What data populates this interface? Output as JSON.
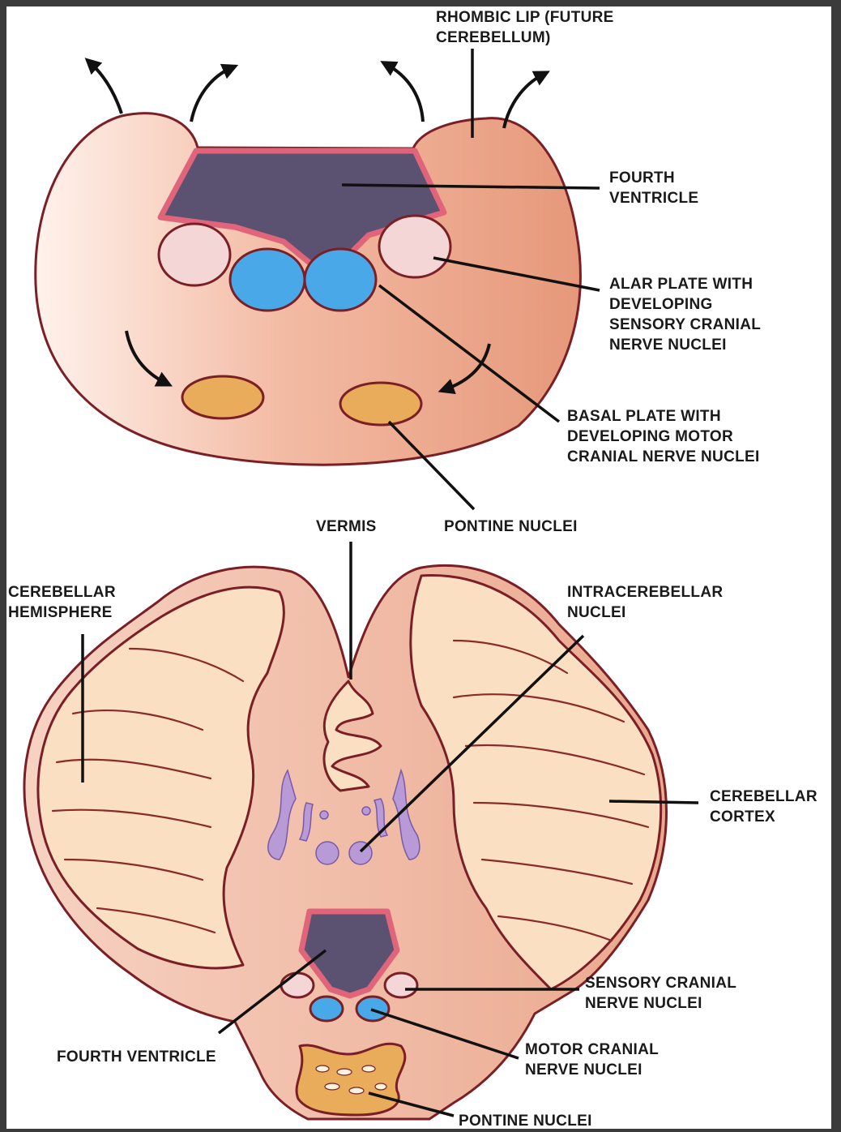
{
  "colors": {
    "tissue_light": "#fbe2d6",
    "tissue_dark": "#e79a7c",
    "outline": "#7a1f26",
    "ventricle": "#5b5171",
    "ventricle_rim": "#e0657a",
    "alar_plate": "#f4d6d6",
    "basal_plate": "#49a9e8",
    "pontine": "#e9ac5a",
    "cortex": "#fbdfc2",
    "folia_dark": "#d98a72",
    "intracerebellar": "#b79ad6"
  },
  "top_diagram": {
    "labels": {
      "rhombic_lip_line1": "RHOMBIC LIP (FUTURE",
      "rhombic_lip_line2": "CEREBELLUM)",
      "fourth_ventricle_line1": "FOURTH",
      "fourth_ventricle_line2": "VENTRICLE",
      "alar_line1": "ALAR PLATE WITH",
      "alar_line2": "DEVELOPING",
      "alar_line3": "SENSORY CRANIAL",
      "alar_line4": "NERVE NUCLEI",
      "basal_line1": "BASAL PLATE WITH",
      "basal_line2": "DEVELOPING MOTOR",
      "basal_line3": "CRANIAL NERVE NUCLEI",
      "pontine": "PONTINE NUCLEI"
    }
  },
  "bottom_diagram": {
    "labels": {
      "vermis": "VERMIS",
      "hemisphere_line1": "CEREBELLAR",
      "hemisphere_line2": "HEMISPHERE",
      "intracerebellar_line1": "INTRACEREBELLAR",
      "intracerebellar_line2": "NUCLEI",
      "cortex_line1": "CEREBELLAR",
      "cortex_line2": "CORTEX",
      "sensory_line1": "SENSORY CRANIAL",
      "sensory_line2": "NERVE NUCLEI",
      "fourth_ventricle": "FOURTH VENTRICLE",
      "motor_line1": "MOTOR CRANIAL",
      "motor_line2": "NERVE NUCLEI",
      "pontine": "PONTINE NUCLEI"
    }
  }
}
